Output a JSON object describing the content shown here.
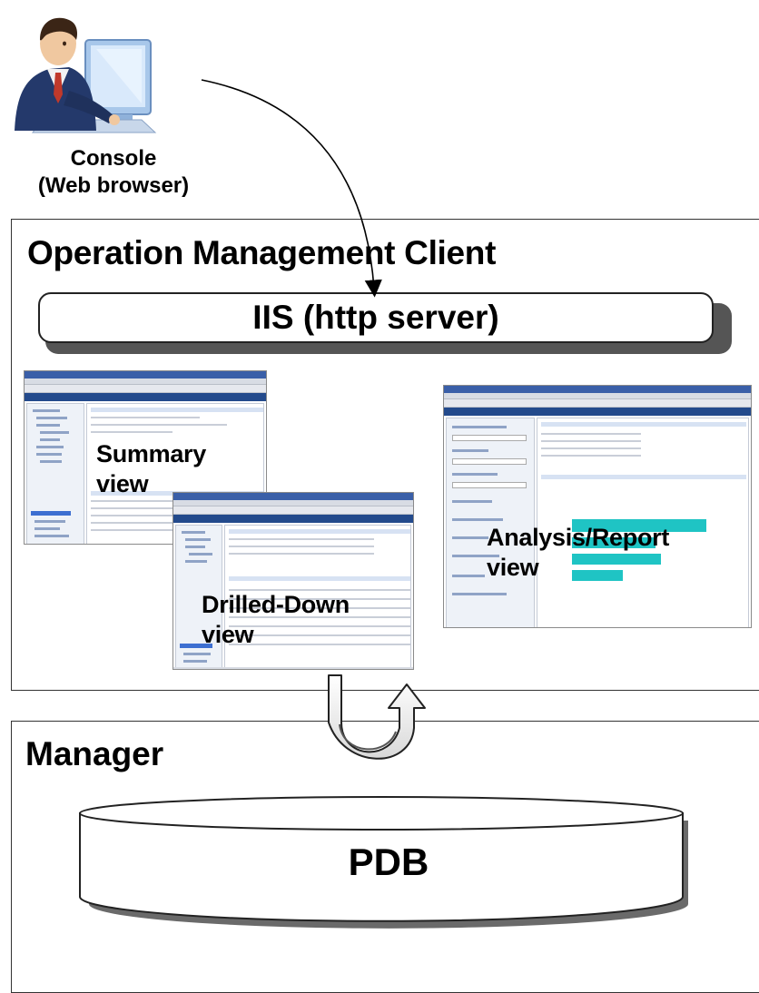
{
  "console": {
    "icon": "user-at-computer-icon",
    "line1": "Console",
    "line2": "(Web browser)"
  },
  "client": {
    "title": "Operation Management Client",
    "http_server": "IIS (http server)"
  },
  "views": {
    "summary_line1": "Summary",
    "summary_line2": "view",
    "drilldown_line1": "Drilled-Down",
    "drilldown_line2": "view",
    "analysis_line1": "Analysis/Report",
    "analysis_line2": "view"
  },
  "manager": {
    "title": "Manager",
    "database": "PDB"
  },
  "colors": {
    "border": "#333333",
    "thumb_titlebar": "#3a5fa8",
    "thumb_appbar": "#234a8c",
    "chart_bar": "#1fc4c4",
    "arrow_fill": "#ffffff"
  }
}
